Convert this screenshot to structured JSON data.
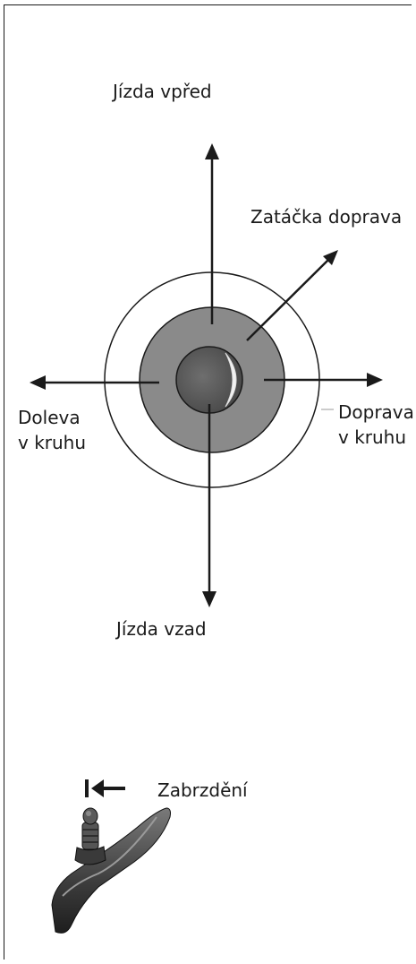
{
  "labels": {
    "forward": "Jízda vpřed",
    "reverse": "Jízda vzad",
    "turn_right": "Zatáčka doprava",
    "left_circle": [
      "Doleva",
      "v kruhu"
    ],
    "right_circle": [
      "Doprava",
      "v kruhu"
    ],
    "brake": "Zabrzdění"
  },
  "colors": {
    "outer_ring": "#ffffff",
    "middle_ring": "#8a8a8a",
    "knob": "#5f5f5f",
    "stroke": "#1a1a1a"
  },
  "icons": {
    "brake_symbol": "bar-arrow-left-icon",
    "joystick": "joystick-controller-icon"
  }
}
